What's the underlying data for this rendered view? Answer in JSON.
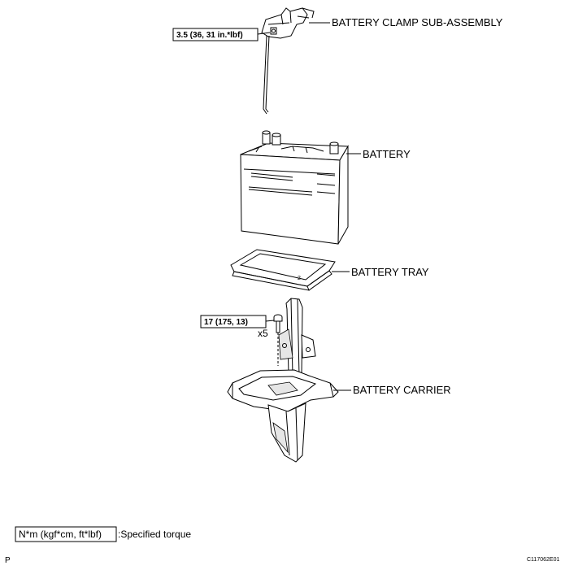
{
  "parts": {
    "clamp": "BATTERY CLAMP SUB-ASSEMBLY",
    "battery": "BATTERY",
    "tray": "BATTERY TRAY",
    "carrier": "BATTERY CARRIER"
  },
  "torques": {
    "clamp": "3.5 (36, 31 in.*lbf)",
    "carrier": "17 (175, 13)"
  },
  "quantity": {
    "carrier_bolts": "x5"
  },
  "legend": {
    "unit_box": "N*m (kgf*cm, ft*lbf)",
    "description": ":Specified torque"
  },
  "footer": {
    "page_marker": "P",
    "figure_code": "C117062E01"
  }
}
